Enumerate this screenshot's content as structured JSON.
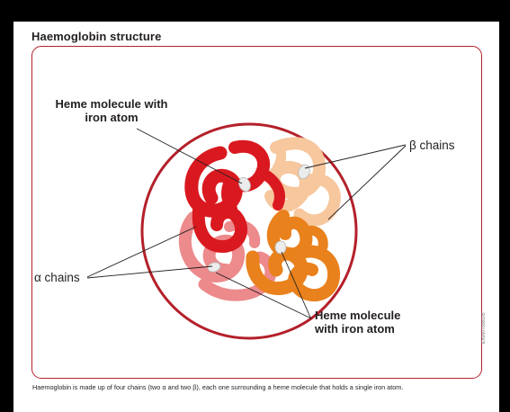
{
  "title": "Haemoglobin structure",
  "labels": {
    "heme_top_line1": "Heme molecule with",
    "heme_top_line2": "iron atom",
    "beta": "β chains",
    "alpha": "α chains",
    "heme_bottom_line1": "Heme molecule",
    "heme_bottom_line2": "with iron atom"
  },
  "caption": "Haemoglobin is made up of four chains (two α and two β), each one surrounding a heme molecule that holds a single iron atom.",
  "ref_code": "EX0007008105",
  "colors": {
    "frame": "#b4202a",
    "alpha_chain_1": "#d9191f",
    "alpha_chain_2": "#ec8a8c",
    "beta_chain_1": "#f7c79d",
    "beta_chain_2": "#e9811c",
    "heme": "#e6e6e6"
  }
}
